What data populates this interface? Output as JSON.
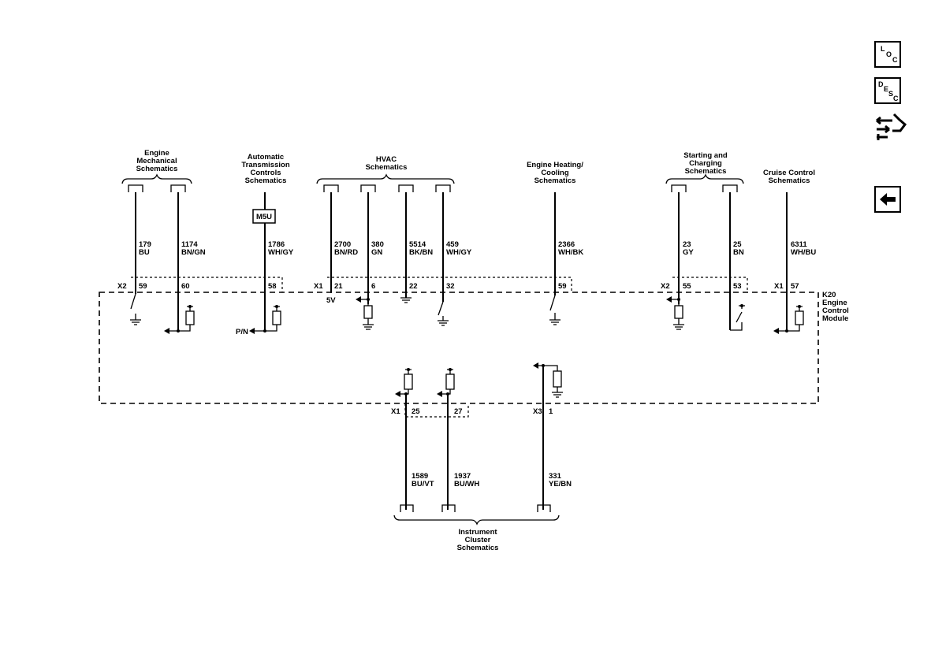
{
  "nav": {
    "loc": {
      "letters": [
        "L",
        "O",
        "C"
      ]
    },
    "desc": {
      "letters": [
        "D",
        "E",
        "S",
        "C"
      ]
    },
    "connector_icon": "connector-end-view-icon",
    "back_icon": "back-arrow-icon"
  },
  "module": {
    "name": [
      "K20",
      "Engine",
      "Control",
      "Module"
    ]
  },
  "headers": {
    "engine_mech": [
      "Engine",
      "Mechanical",
      "Schematics"
    ],
    "auto_trans": [
      "Automatic",
      "Transmission",
      "Controls",
      "Schematics"
    ],
    "hvac": [
      "HVAC",
      "Schematics"
    ],
    "heating": [
      "Engine Heating/",
      "Cooling",
      "Schematics"
    ],
    "starting": [
      "Starting and",
      "Charging",
      "Schematics"
    ],
    "cruise": [
      "Cruise Control",
      "Schematics"
    ],
    "cluster": [
      "Instrument",
      "Cluster",
      "Schematics"
    ]
  },
  "option_box": "M5U",
  "connectors": {
    "x2a": "X2",
    "x1a": "X1",
    "x2b": "X2",
    "x1b": "X1",
    "x1c": "X1",
    "x3": "X3"
  },
  "circuits": [
    {
      "num": "179",
      "color": "BU",
      "pin": "59"
    },
    {
      "num": "1174",
      "color": "BN/GN",
      "pin": "60"
    },
    {
      "num": "1786",
      "color": "WH/GY",
      "pin": "58"
    },
    {
      "num": "2700",
      "color": "BN/RD",
      "pin": "21"
    },
    {
      "num": "380",
      "color": "GN",
      "pin": "6"
    },
    {
      "num": "5514",
      "color": "BK/BN",
      "pin": "22"
    },
    {
      "num": "459",
      "color": "WH/GY",
      "pin": "32"
    },
    {
      "num": "2366",
      "color": "WH/BK",
      "pin": "59"
    },
    {
      "num": "23",
      "color": "GY",
      "pin": "55"
    },
    {
      "num": "25",
      "color": "BN",
      "pin": "53"
    },
    {
      "num": "6311",
      "color": "WH/BU",
      "pin": "57"
    },
    {
      "num": "1589",
      "color": "BU/VT",
      "pin": "25"
    },
    {
      "num": "1937",
      "color": "BU/WH",
      "pin": "27"
    },
    {
      "num": "331",
      "color": "YE/BN",
      "pin": "1"
    }
  ],
  "internal": {
    "ref_5v": "5V",
    "pn": "P/N"
  }
}
